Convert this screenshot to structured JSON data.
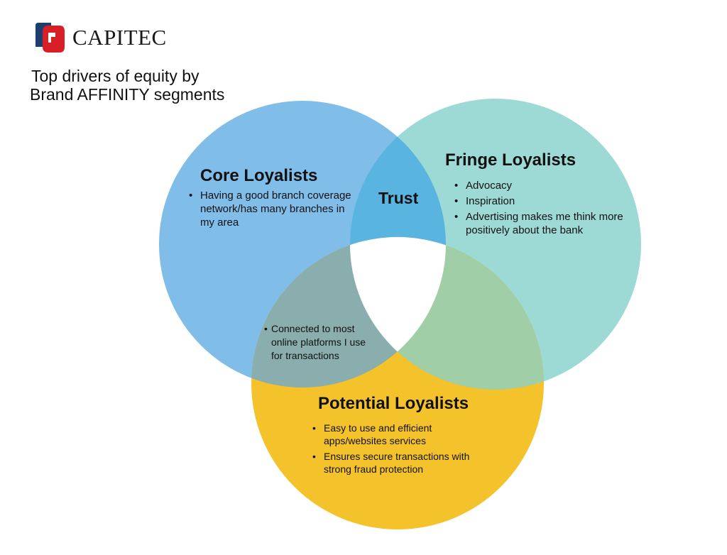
{
  "logo": {
    "brand_name": "CAPITEC",
    "colors": {
      "red": "#d61f26",
      "navy": "#1c3f6e"
    }
  },
  "title": {
    "line1": "Top drivers of equity by",
    "line2": "Brand AFFINITY segments"
  },
  "colors": {
    "core": "#80bde9",
    "fringe": "#9ddad5",
    "potential": "#f4c22a",
    "trust_overlap": "#5ab4e0",
    "core_potential_overlap": "#8aadae",
    "fringe_potential_overlap": "#a0cea7",
    "center": "#ffffff"
  },
  "segments": {
    "core": {
      "title": "Core Loyalists",
      "bullets": [
        "Having a good branch coverage network/has many branches in my area"
      ]
    },
    "fringe": {
      "title": "Fringe Loyalists",
      "bullets": [
        "Advocacy",
        "Inspiration",
        "Advertising makes me think more positively about the bank"
      ]
    },
    "potential": {
      "title": "Potential Loyalists",
      "bullets": [
        "Easy to use and efficient apps/websites services",
        "Ensures secure transactions with strong fraud protection"
      ]
    }
  },
  "overlaps": {
    "core_fringe": {
      "label": "Trust"
    },
    "core_potential": {
      "bullets": [
        "Connected to most online platforms I use for transactions"
      ]
    }
  }
}
